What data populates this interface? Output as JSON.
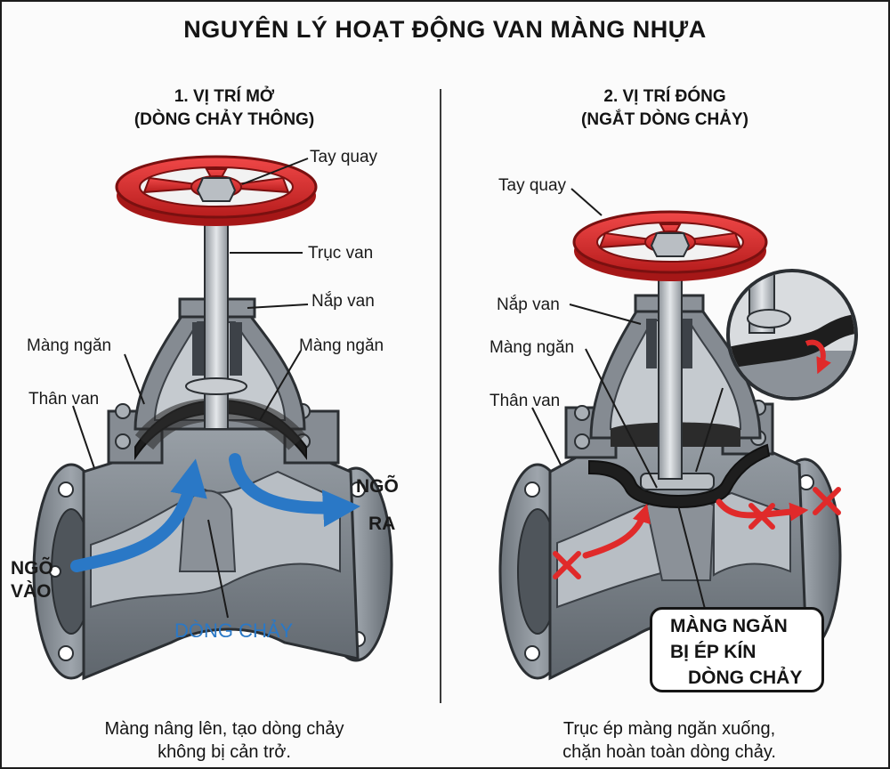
{
  "title": "NGUYÊN LÝ HOẠT ĐỘNG VAN MÀNG NHỰA",
  "panels": {
    "open": {
      "heading_line1": "1. VỊ TRÍ MỞ",
      "heading_line2": "(DÒNG CHẢY THÔNG)",
      "labels": {
        "handwheel": "Tay quay",
        "stem": "Trục van",
        "bonnet": "Nắp van",
        "diaphragm_left": "Màng ngăn",
        "diaphragm_right": "Màng ngăn",
        "body": "Thân van",
        "inlet_line1": "NGÕ",
        "inlet_line2": "VÀO",
        "outlet_line1": "NGÕ",
        "outlet_line2": "RA",
        "flow": "DÒNG CHẢY"
      },
      "caption_line1": "Màng nâng lên, tạo dòng chảy",
      "caption_line2": "không bị cản trở."
    },
    "closed": {
      "heading_line1": "2. VỊ TRÍ ĐÓNG",
      "heading_line2": "(NGẮT DÒNG CHẢY)",
      "labels": {
        "handwheel": "Tay quay",
        "bonnet": "Nắp van",
        "diaphragm": "Màng ngăn",
        "body": "Thân van"
      },
      "callout_line1": "MÀNG NGĂN",
      "callout_line2": "BỊ ÉP KÍN",
      "callout_line3": "DÒNG CHẢY",
      "caption_line1": "Trục ép màng ngăn xuống,",
      "caption_line2": "chặn hoàn toàn dòng chảy."
    }
  },
  "colors": {
    "handwheel": "#d92b2b",
    "body": "#7f858c",
    "flow_arrow": "#2a78c6",
    "blocked_marker": "#e02a2a",
    "diaphragm": "#1e1e1e"
  },
  "icons": {
    "open_flow": "blue-flow-arrow",
    "blocked_flow": "red-x-marker"
  }
}
